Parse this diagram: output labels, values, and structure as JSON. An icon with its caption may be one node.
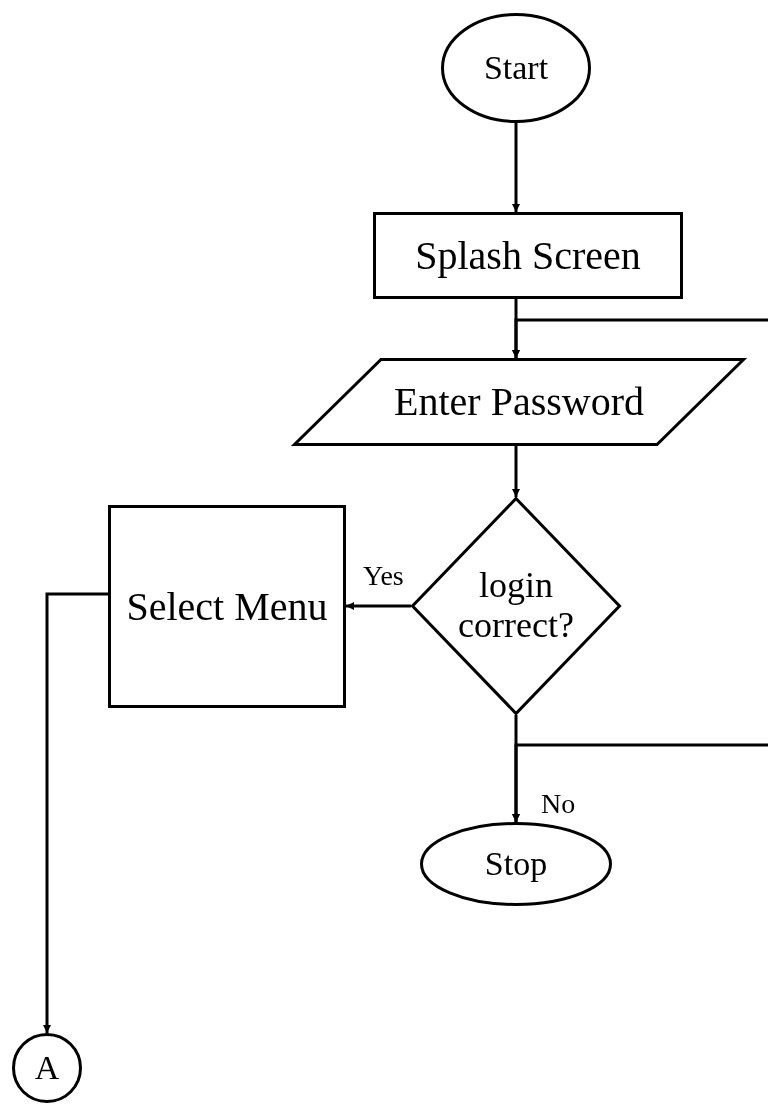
{
  "diagram": {
    "nodes": [
      {
        "text": [
          "Start"
        ]
      },
      {
        "text": [
          "Splash Screen"
        ]
      },
      {
        "text": [
          "Enter Password"
        ]
      },
      {
        "text": [
          "login correct?"
        ]
      },
      {
        "text": [
          "Select Menu"
        ]
      },
      {
        "text": [
          "Stop"
        ]
      },
      {
        "text": [
          "A"
        ]
      }
    ],
    "edges": [
      {
        "from": 0,
        "to": 1,
        "arrow": "to"
      },
      {
        "from": 1,
        "to": 2,
        "arrow": "to"
      },
      {
        "from": null,
        "to": 2,
        "arrow": "to"
      },
      {
        "from": 2,
        "to": 3,
        "arrow": "to"
      },
      {
        "from": 3,
        "to": 4,
        "arrow": "to",
        "label": "Yes"
      },
      {
        "from": 3,
        "to": 5,
        "arrow": "to",
        "label": "No"
      },
      {
        "from": null,
        "to": 5,
        "arrow": "to"
      },
      {
        "from": 4,
        "to": 6,
        "arrow": "to"
      }
    ]
  }
}
